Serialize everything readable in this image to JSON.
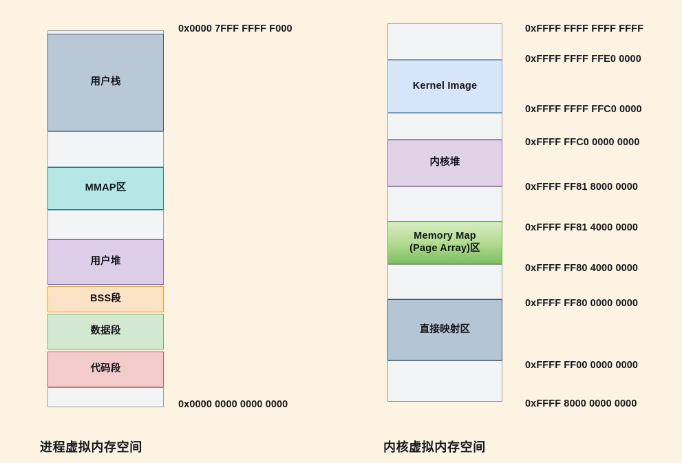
{
  "background_color": "#FDF3E3",
  "process_space": {
    "caption": "进程虚拟内存空间",
    "top_address": "0x0000 7FFF FFFF F000",
    "bottom_address": "0x0000 0000 0000 0000",
    "blocks": [
      {
        "label": "",
        "name": "top-filler",
        "color": "#F3F4F5",
        "border": "#9A9A96"
      },
      {
        "label": "用户栈",
        "name": "user-stack",
        "color": "#B9C8D6",
        "border": "#3D5872"
      },
      {
        "label": "",
        "name": "gap-1",
        "color": "#F3F4F5",
        "border": "#9A9A96"
      },
      {
        "label": "MMAP区",
        "name": "mmap-region",
        "color": "#B4E7E5",
        "border": "#17868A"
      },
      {
        "label": "",
        "name": "gap-2",
        "color": "#F3F4F5",
        "border": "#9A9A96"
      },
      {
        "label": "用户堆",
        "name": "user-heap",
        "color": "#DCCEE9",
        "border": "#9167AD"
      },
      {
        "label": "BSS段",
        "name": "bss-segment",
        "color": "#FCE2C4",
        "border": "#E0A521"
      },
      {
        "label": "数据段",
        "name": "data-segment",
        "color": "#D2E8D1",
        "border": "#74A86D"
      },
      {
        "label": "代码段",
        "name": "text-segment",
        "color": "#F3CBCB",
        "border": "#C05858"
      },
      {
        "label": "",
        "name": "gap-3",
        "color": "#F3F4F5",
        "border": "#9A9A96"
      }
    ]
  },
  "kernel_space": {
    "caption": "内核虚拟内存空间",
    "blocks": [
      {
        "label": "",
        "name": "gap-top",
        "color": "#F3F4F5",
        "border": "#9A9A96"
      },
      {
        "label": "Kernel Image",
        "name": "kernel-image",
        "color": "#D6E6F8",
        "border": "#6D9FD4"
      },
      {
        "label": "",
        "name": "gap-1",
        "color": "#F3F4F5",
        "border": "#9A9A96"
      },
      {
        "label": "内核堆",
        "name": "kernel-heap",
        "color": "#E2D2E8",
        "border": "#9167AD"
      },
      {
        "label": "",
        "name": "gap-2",
        "color": "#F3F4F5",
        "border": "#9A9A96"
      },
      {
        "label": "Memory Map\n(Page Array)区",
        "name": "memory-map",
        "color": "#9ED077",
        "border": "#63A84C"
      },
      {
        "label": "",
        "name": "gap-3",
        "color": "#F3F4F5",
        "border": "#9A9A96"
      },
      {
        "label": "直接映射区",
        "name": "direct-map",
        "color": "#B4C6D6",
        "border": "#2E5272"
      },
      {
        "label": "",
        "name": "gap-bottom",
        "color": "#F3F4F5",
        "border": "#9A9A96"
      }
    ],
    "addresses": [
      "0xFFFF FFFF FFFF FFFF",
      "0xFFFF FFFF FFE0 0000",
      "0xFFFF FFFF FFC0 0000",
      "0xFFFF FFC0 0000 0000",
      "0xFFFF FF81 8000 0000",
      "0xFFFF FF81 4000 0000",
      "0xFFFF FF80 4000 0000",
      "0xFFFF FF80 0000 0000",
      "0xFFFF FF00 0000 0000",
      "0xFFFF 8000 0000 0000"
    ]
  }
}
